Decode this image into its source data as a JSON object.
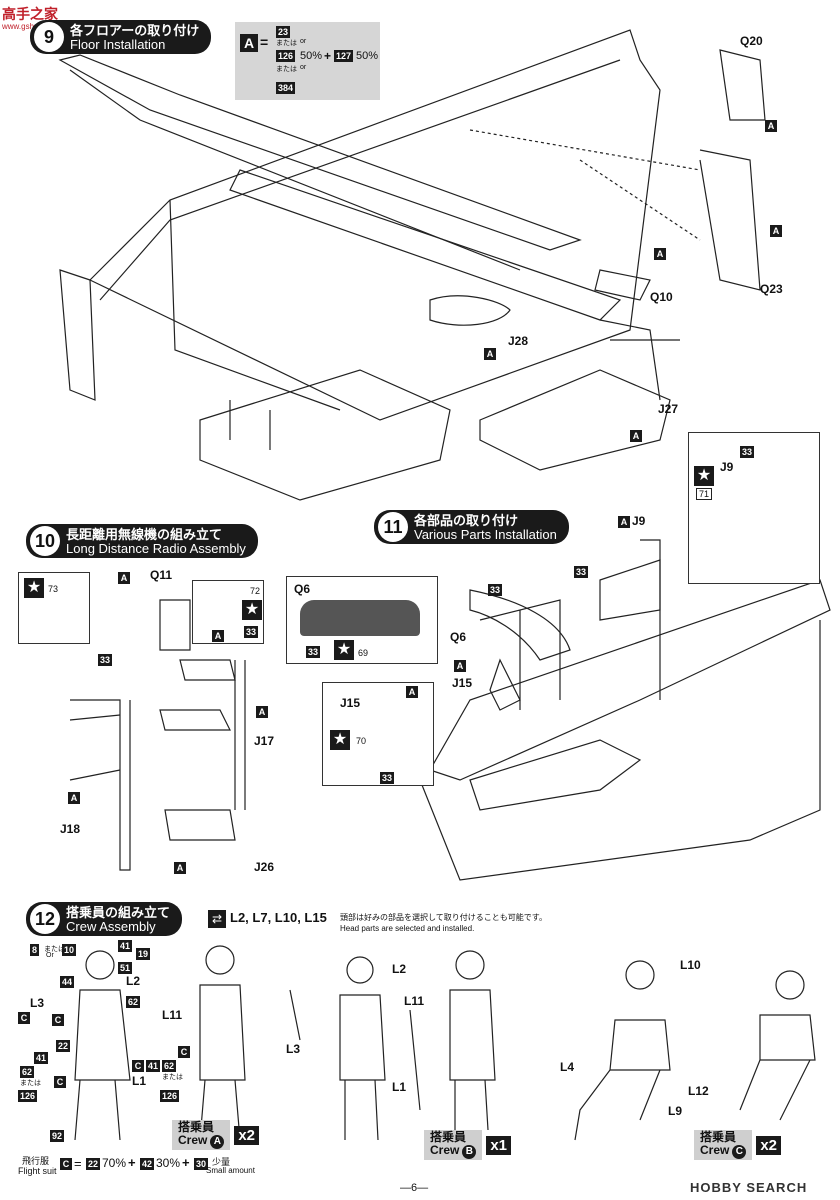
{
  "header": {
    "watermark": "高手之家",
    "watermark_sub": "www.gsheji.com"
  },
  "step9": {
    "number": "9",
    "jp": "各フロアーの取り付け",
    "en": "Floor Installation"
  },
  "step10": {
    "number": "10",
    "jp": "長距離用無線機の組み立て",
    "en": "Long Distance Radio Assembly"
  },
  "step11": {
    "number": "11",
    "jp": "各部品の取り付け",
    "en": "Various Parts Installation"
  },
  "step12": {
    "number": "12",
    "jp": "搭乗員の組み立て",
    "en": "Crew Assembly"
  },
  "color_a": {
    "letter": "A",
    "eq": "=",
    "c1": "23",
    "or1": "または",
    "or1_en": "or",
    "c2": "126",
    "p2": "50%",
    "plus": "+",
    "c3": "127",
    "p3": "50%",
    "or2": "または",
    "or2_en": "or",
    "c4": "384"
  },
  "step9_parts": [
    "Q20",
    "Q23",
    "Q10",
    "J28",
    "J27"
  ],
  "j9_box": {
    "part": "J9",
    "color": "33",
    "decal": "71"
  },
  "step10_parts": {
    "decal73": "73",
    "q11": "Q11",
    "decal72": "72",
    "color33": "33",
    "j17": "J17",
    "j18": "J18",
    "j26": "J26"
  },
  "step11_parts": {
    "q6": "Q6",
    "q6b": "Q6",
    "decal69": "69",
    "j15": "J15",
    "j15b": "J15",
    "decal70": "70",
    "color33": "33",
    "j9": "J9",
    "a": "A"
  },
  "step12_note": {
    "parts": "L2, L7, L10, L15",
    "jp": "頭部は好みの部品を選択して取り付けることも可能です。",
    "en": "Head parts are selected and installed."
  },
  "crew_a_colors": {
    "c8": "8",
    "or": "または",
    "or_en": "Or",
    "c10": "10",
    "c41": "41",
    "c19": "19",
    "c51": "51",
    "c44": "44",
    "c62": "62",
    "c22": "22",
    "c41b": "41",
    "c62b": "62",
    "c126": "126",
    "c92": "92"
  },
  "crew_parts": {
    "l2": "L2",
    "l3": "L3",
    "l11": "L11",
    "l1": "L1",
    "b_l2": "L2",
    "b_l11": "L11",
    "b_l3": "L3",
    "b_l1": "L1",
    "c_l10": "L10",
    "c_l4": "L4",
    "c_l12": "L12",
    "c_l9": "L9"
  },
  "crews": [
    {
      "jp": "搭乗員",
      "en": "Crew",
      "letter": "A",
      "mult": "x2"
    },
    {
      "jp": "搭乗員",
      "en": "Crew",
      "letter": "B",
      "mult": "x1"
    },
    {
      "jp": "搭乗員",
      "en": "Crew",
      "letter": "C",
      "mult": "x2"
    }
  ],
  "flight_suit": {
    "jp": "飛行服",
    "en": "Flight suit",
    "letter": "C",
    "eq": "=",
    "c1": "22",
    "p1": "70%",
    "plus1": "+",
    "c2": "42",
    "p2": "30%",
    "plus2": "+",
    "c3": "30",
    "p3_jp": "少量",
    "p3_en": "Small amount"
  },
  "footer": {
    "page": "—6—",
    "brand": "HOBBY SEARCH"
  }
}
